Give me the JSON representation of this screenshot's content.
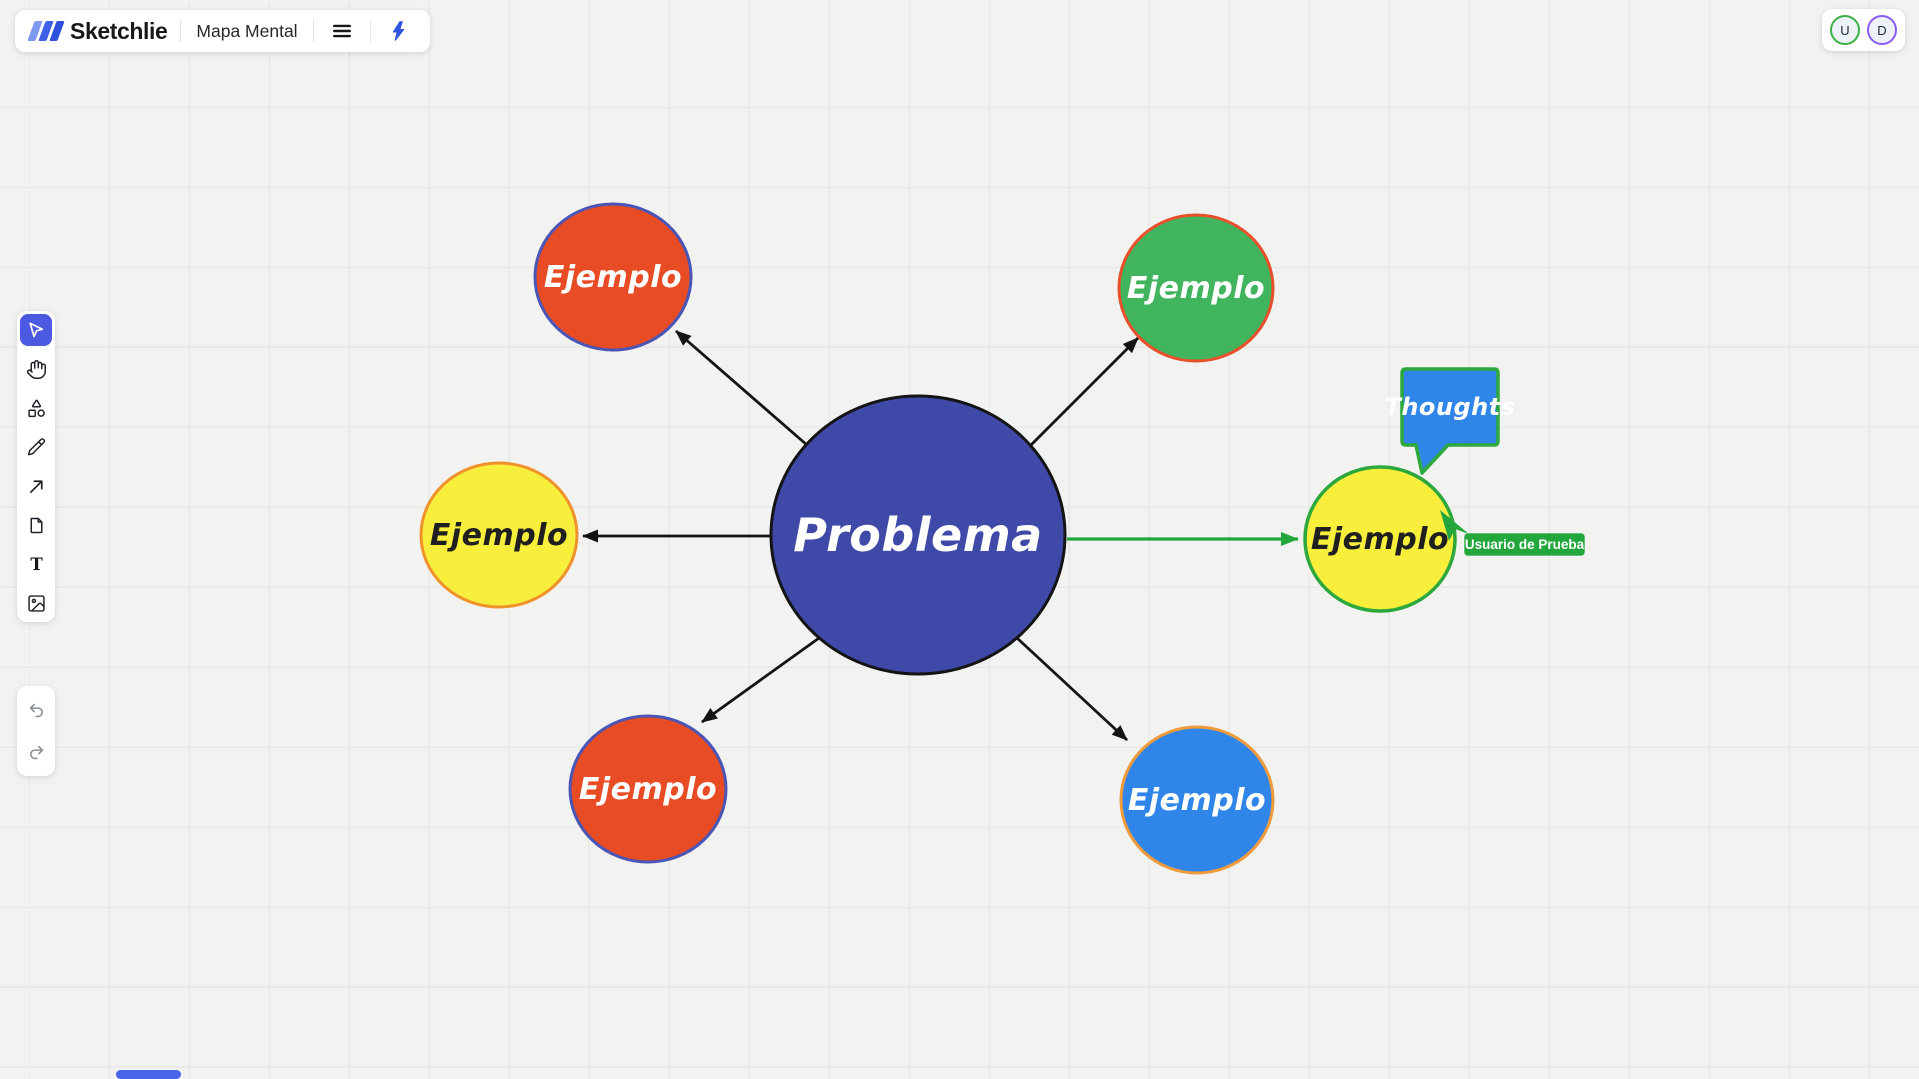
{
  "header": {
    "brand": "Sketchlie",
    "board_title": "Mapa Mental",
    "menu_icon": "hamburger-menu-icon",
    "ai_icon": "lightning-bolt-icon",
    "logo_colors": [
      "#7e99f0",
      "#3d60e4",
      "#2e51dd"
    ],
    "accent_color": "#2f55e0"
  },
  "presence": {
    "users": [
      {
        "initial": "U",
        "ring_color": "#3cb043"
      },
      {
        "initial": "D",
        "ring_color": "#8b5cf6"
      }
    ]
  },
  "toolbar": {
    "active_tool": "select",
    "active_color": "#4b5ae1",
    "tools": [
      {
        "name": "select",
        "icon": "cursor-icon",
        "active": true
      },
      {
        "name": "pan",
        "icon": "hand-icon",
        "active": false
      },
      {
        "name": "shapes",
        "icon": "shapes-icon",
        "active": false
      },
      {
        "name": "pencil",
        "icon": "pencil-icon",
        "active": false
      },
      {
        "name": "arrow",
        "icon": "arrow-icon",
        "active": false
      },
      {
        "name": "note",
        "icon": "note-icon",
        "active": false
      },
      {
        "name": "text",
        "icon": "text-icon",
        "active": false,
        "glyph": "T"
      },
      {
        "name": "image",
        "icon": "image-icon",
        "active": false
      }
    ]
  },
  "history": {
    "undo_icon": "undo-icon",
    "redo_icon": "redo-icon",
    "icon_color": "#8a9097"
  },
  "canvas": {
    "background_color": "#f2f2f0",
    "grid_color": "#e8e8e6",
    "nodes": {
      "center": {
        "label": "Problema",
        "fill": "#3f4aa8",
        "stroke": "#141414",
        "text_color": "#ffffff"
      },
      "top_left": {
        "label": "Ejemplo",
        "fill": "#e74c25",
        "stroke": "#4a55b5",
        "text_color": "#ffffff"
      },
      "top_right": {
        "label": "Ejemplo",
        "fill": "#41b45e",
        "stroke": "#e7502a",
        "text_color": "#ffffff"
      },
      "left": {
        "label": "Ejemplo",
        "fill": "#f8ef3d",
        "stroke": "#f0922b",
        "text_color": "#1f1f1f"
      },
      "right": {
        "label": "Ejemplo",
        "fill": "#f8ef3d",
        "stroke": "#2ca83c",
        "text_color": "#1f1f1f"
      },
      "bottom_left": {
        "label": "Ejemplo",
        "fill": "#e74c25",
        "stroke": "#4a55b5",
        "text_color": "#ffffff"
      },
      "bottom_right": {
        "label": "Ejemplo",
        "fill": "#2f86e8",
        "stroke": "#f09a3e",
        "text_color": "#ffffff"
      }
    },
    "speech_bubble": {
      "label": "Thoughts",
      "fill": "#2f86e8",
      "stroke": "#2ca83c",
      "text_color": "#ffffff"
    },
    "connectors": {
      "default_color": "#141414",
      "highlight_color": "#23a73d"
    },
    "collaborator": {
      "name": "Usuario de Prueba",
      "color": "#23a73d",
      "label_text_color": "#ffffff"
    }
  },
  "scrollbar": {
    "thumb_color": "#4964e8"
  }
}
